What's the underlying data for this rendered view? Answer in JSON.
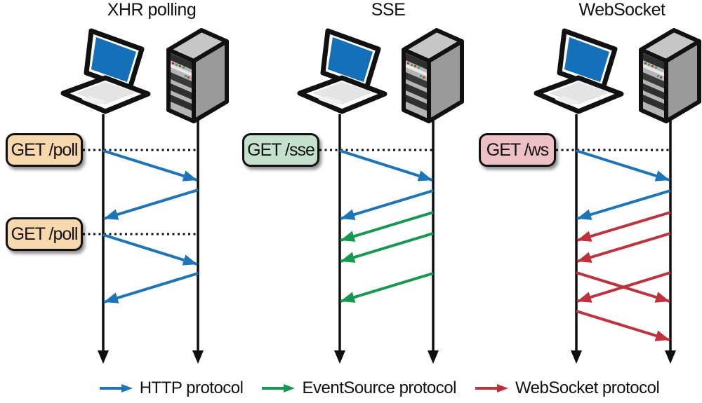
{
  "diagram": {
    "columns": [
      {
        "id": "xhr-polling",
        "title": "XHR polling",
        "request_labels": [
          "GET /poll",
          "GET /poll"
        ]
      },
      {
        "id": "sse",
        "title": "SSE",
        "request_labels": [
          "GET /sse"
        ]
      },
      {
        "id": "websocket",
        "title": "WebSocket",
        "request_labels": [
          "GET /ws"
        ]
      }
    ],
    "icons": {
      "client": "laptop-icon",
      "server": "server-icon"
    }
  },
  "legend": [
    {
      "icon": "arrow-right-icon",
      "label": "HTTP protocol"
    },
    {
      "icon": "arrow-right-icon",
      "label": "EventSource protocol"
    },
    {
      "icon": "arrow-right-icon",
      "label": "WebSocket protocol"
    }
  ],
  "colors": {
    "http": "#1b75bb",
    "eventsource": "#149a4e",
    "websocket": "#c2313b",
    "box_xhr": "#f6d8ac",
    "box_sse": "#c3e1cd",
    "box_ws": "#edc0c6"
  }
}
